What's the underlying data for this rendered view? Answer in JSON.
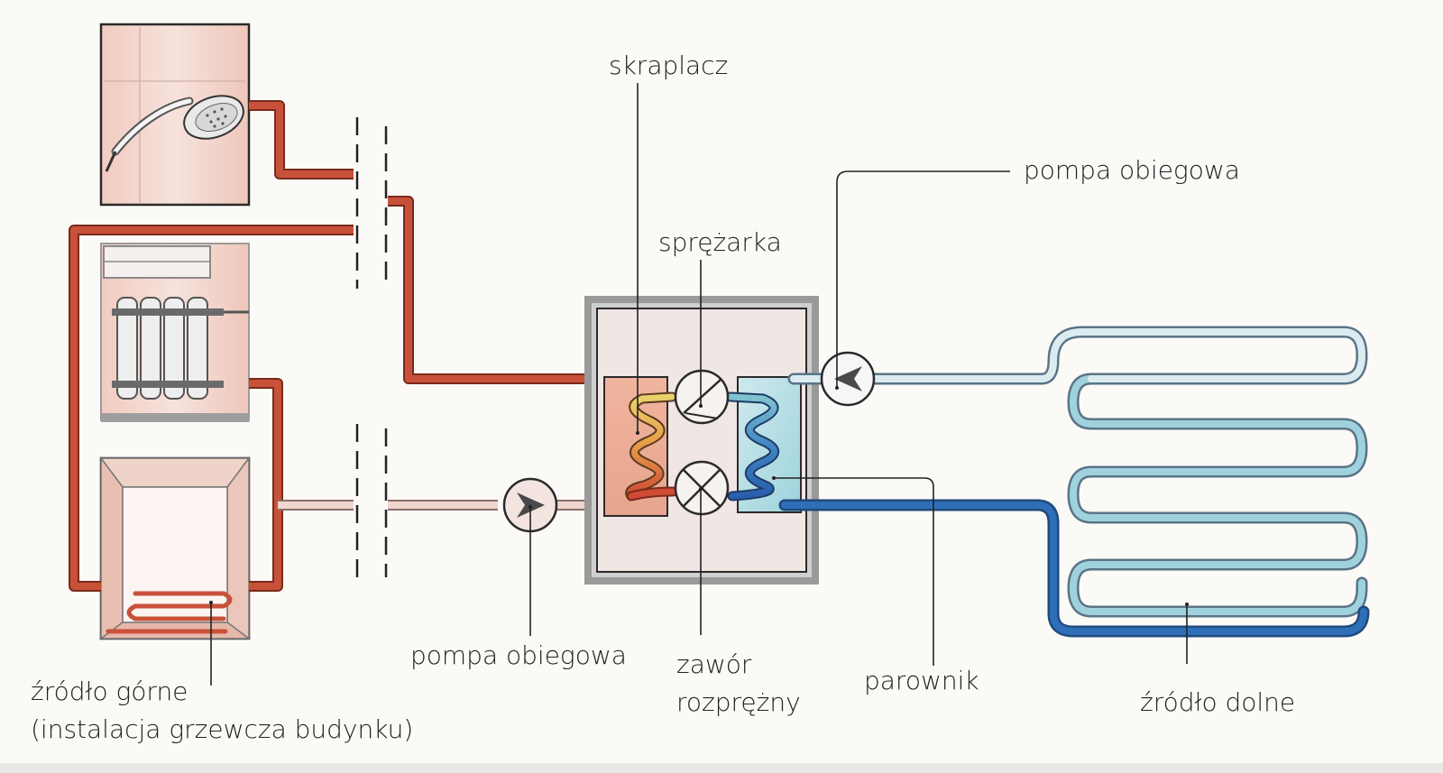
{
  "labels": {
    "condenser": "skraplacz",
    "compressor": "sprężarka",
    "pump_top": "pompa obiegowa",
    "pump_bottom": "pompa obiegowa",
    "valve_line1": "zawór",
    "valve_line2": "rozprężny",
    "evaporator": "parownik",
    "lower_source": "źródło dolne",
    "upper_source_line1": "źródło górne",
    "upper_source_line2": "(instalacja grzewcza budynku)"
  },
  "colors": {
    "hot_pipe": "#c8513a",
    "hot_pipe_light": "#e08a6e",
    "return_pipe": "#e8cfc6",
    "cold_pipe_dark": "#2f6fb8",
    "cold_pipe_mid": "#6fb7c8",
    "cold_pipe_light": "#d7e7ec",
    "housing": "#8d8d8d",
    "outline": "#2a2a2a"
  },
  "icons": [
    "shower-head-icon",
    "radiator-icon",
    "pump-icon",
    "compressor-icon",
    "expansion-valve-icon",
    "coil-icon"
  ]
}
